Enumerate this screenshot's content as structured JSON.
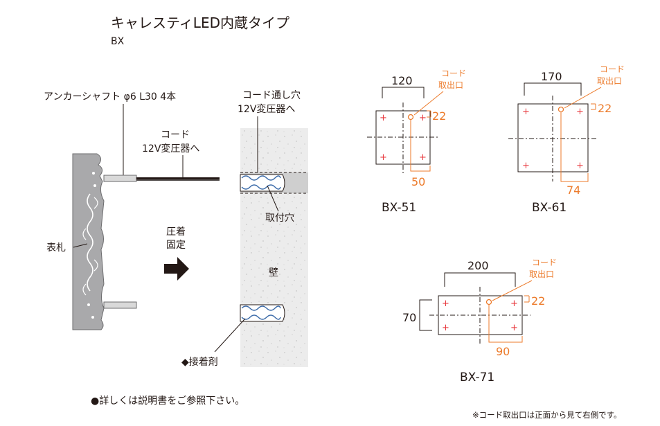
{
  "header": {
    "title": "キャレスティLED内蔵タイプ",
    "subtitle": "BX"
  },
  "side_view": {
    "anchor_label": "アンカーシャフト φ6 L30 4本",
    "cord_label_1": "コード",
    "cord_label_2": "12V変圧器へ",
    "plate_label": "表札",
    "press_label_1": "圧着",
    "press_label_2": "固定"
  },
  "wall_view": {
    "hole_label_1": "コード通し穴",
    "hole_label_2": "12V変圧器へ",
    "mount_hole_label": "取付穴",
    "wall_label": "壁",
    "adhesive_label": "◆接着剤"
  },
  "models": [
    {
      "name": "BX-51",
      "width_dim": "120",
      "offset_dim": "50",
      "cord_dim": "22",
      "cord_label_1": "コード",
      "cord_label_2": "取出口"
    },
    {
      "name": "BX-61",
      "width_dim": "170",
      "offset_dim": "74",
      "cord_dim": "22",
      "cord_label_1": "コード",
      "cord_label_2": "取出口"
    },
    {
      "name": "BX-71",
      "width_dim": "200",
      "height_dim": "70",
      "offset_dim": "90",
      "cord_dim": "22",
      "cord_label_1": "コード",
      "cord_label_2": "取出口"
    }
  ],
  "footer": {
    "details_note": "●詳しくは説明書をご参照下さい。",
    "cord_note": "※コード取出口は正面から見て右側です。"
  },
  "colors": {
    "accent_orange": "#ec7a2a",
    "mark_red": "#e8383d",
    "line": "#231815",
    "plate_gray": "#a9a9ab",
    "wall_gray": "#ececec"
  }
}
